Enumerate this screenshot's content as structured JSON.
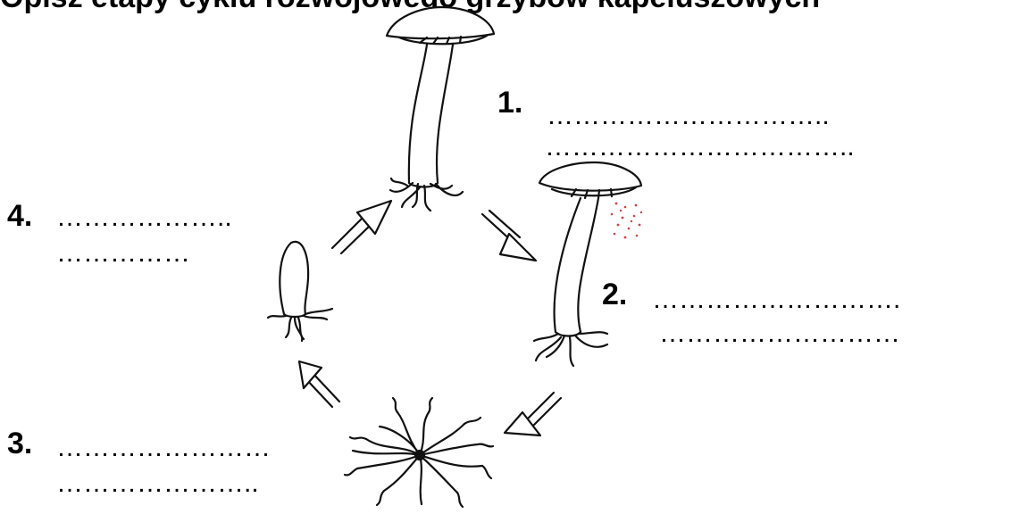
{
  "header": {
    "cut_text": "Opisz etapy cyklu rozwojowego grzybów kapeluszowych"
  },
  "labels": [
    {
      "number": "1.",
      "line1": "…………………………..",
      "line2": "…………………………….."
    },
    {
      "number": "2.",
      "line1": "……………………….",
      "line2": "………………………"
    },
    {
      "number": "3.",
      "line1": "……………………",
      "line2": "………………….."
    },
    {
      "number": "4.",
      "line1": "………………..",
      "line2": "……………"
    }
  ]
}
